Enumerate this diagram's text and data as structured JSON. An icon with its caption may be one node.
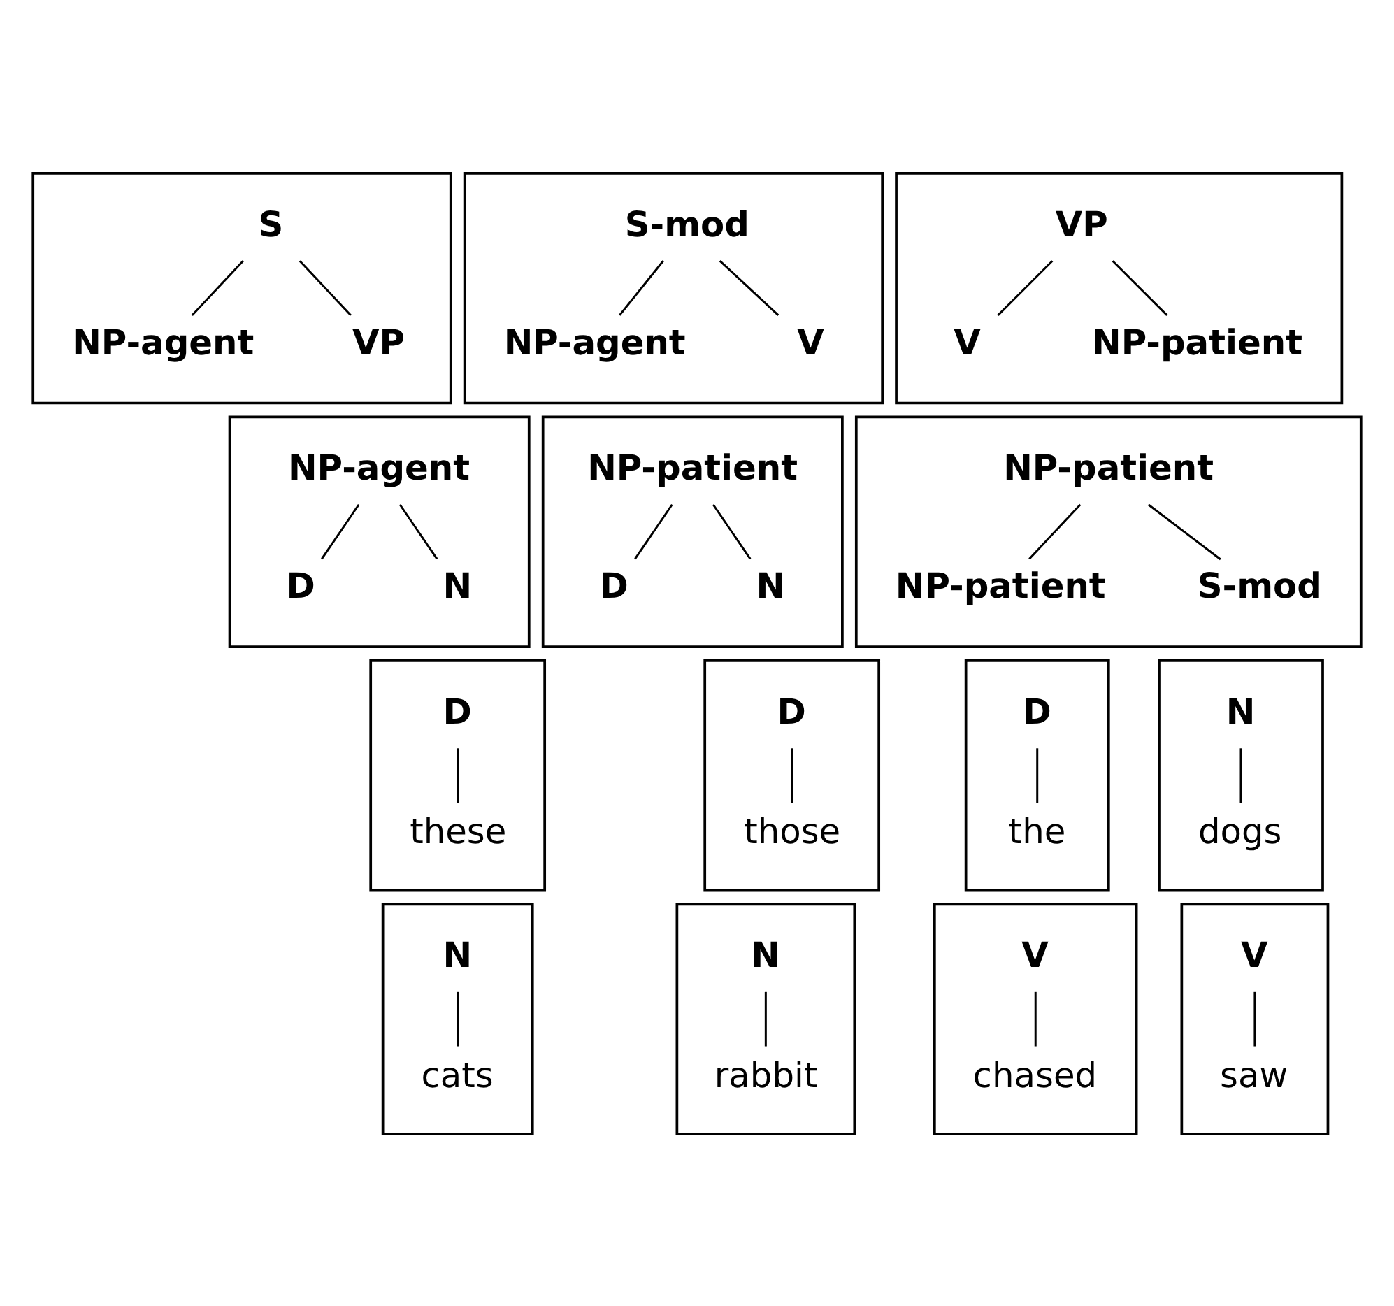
{
  "diagram": {
    "nodes": [
      {
        "text": [],
        "shape": "box"
      },
      {
        "text": [
          "S"
        ],
        "in": 0
      },
      {
        "text": [
          "NP-agent"
        ],
        "in": 0
      },
      {
        "text": [
          "VP"
        ],
        "in": 0
      },
      {
        "text": [],
        "shape": "box"
      },
      {
        "text": [
          "S-mod"
        ],
        "in": 4
      },
      {
        "text": [
          "NP-agent"
        ],
        "in": 4
      },
      {
        "text": [
          "V"
        ],
        "in": 4
      },
      {
        "text": [],
        "shape": "box"
      },
      {
        "text": [
          "VP"
        ],
        "in": 8
      },
      {
        "text": [
          "V"
        ],
        "in": 8
      },
      {
        "text": [
          "NP-patient"
        ],
        "in": 8
      },
      {
        "text": [],
        "shape": "box"
      },
      {
        "text": [
          "NP-agent"
        ],
        "in": 12
      },
      {
        "text": [
          "D"
        ],
        "in": 12
      },
      {
        "text": [
          "N"
        ],
        "in": 12
      },
      {
        "text": [],
        "shape": "box"
      },
      {
        "text": [
          "NP-patient"
        ],
        "in": 16
      },
      {
        "text": [
          "D"
        ],
        "in": 16
      },
      {
        "text": [
          "N"
        ],
        "in": 16
      },
      {
        "text": [],
        "shape": "box"
      },
      {
        "text": [
          "NP-patient"
        ],
        "in": 20
      },
      {
        "text": [
          "NP-patient"
        ],
        "in": 20
      },
      {
        "text": [
          "S-mod"
        ],
        "in": 20
      },
      {
        "text": [],
        "shape": "box"
      },
      {
        "text": [
          "D"
        ],
        "in": 24
      },
      {
        "text": [
          "these"
        ],
        "in": 24
      },
      {
        "text": [],
        "shape": "box"
      },
      {
        "text": [
          "D"
        ],
        "in": 27
      },
      {
        "text": [
          "those"
        ],
        "in": 27
      },
      {
        "text": [],
        "shape": "box"
      },
      {
        "text": [
          "D"
        ],
        "in": 30
      },
      {
        "text": [
          "the"
        ],
        "in": 30
      },
      {
        "text": [],
        "shape": "box"
      },
      {
        "text": [
          "N"
        ],
        "in": 33
      },
      {
        "text": [
          "dogs"
        ],
        "in": 33
      },
      {
        "text": [],
        "shape": "box"
      },
      {
        "text": [
          "N"
        ],
        "in": 36
      },
      {
        "text": [
          "cats"
        ],
        "in": 36
      },
      {
        "text": [],
        "shape": "box"
      },
      {
        "text": [
          "N"
        ],
        "in": 39
      },
      {
        "text": [
          "rabbit"
        ],
        "in": 39
      },
      {
        "text": [],
        "shape": "box"
      },
      {
        "text": [
          "V"
        ],
        "in": 42
      },
      {
        "text": [
          "chased"
        ],
        "in": 42
      },
      {
        "text": [],
        "shape": "box"
      },
      {
        "text": [
          "V"
        ],
        "in": 45
      },
      {
        "text": [
          "saw"
        ],
        "in": 45
      }
    ],
    "edges": [
      {
        "from": 1,
        "to": 2,
        "arrow": "none"
      },
      {
        "from": 1,
        "to": 3,
        "arrow": "none"
      },
      {
        "from": 5,
        "to": 6,
        "arrow": "none"
      },
      {
        "from": 5,
        "to": 7,
        "arrow": "none"
      },
      {
        "from": 9,
        "to": 10,
        "arrow": "none"
      },
      {
        "from": 9,
        "to": 11,
        "arrow": "none"
      },
      {
        "from": 13,
        "to": 14,
        "arrow": "none"
      },
      {
        "from": 13,
        "to": 15,
        "arrow": "none"
      },
      {
        "from": 17,
        "to": 18,
        "arrow": "none"
      },
      {
        "from": 17,
        "to": 19,
        "arrow": "none"
      },
      {
        "from": 21,
        "to": 22,
        "arrow": "none"
      },
      {
        "from": 21,
        "to": 23,
        "arrow": "none"
      },
      {
        "from": 25,
        "to": 26,
        "arrow": "none"
      },
      {
        "from": 28,
        "to": 29,
        "arrow": "none"
      },
      {
        "from": 31,
        "to": 32,
        "arrow": "none"
      },
      {
        "from": 34,
        "to": 35,
        "arrow": "none"
      },
      {
        "from": 37,
        "to": 38,
        "arrow": "none"
      },
      {
        "from": 40,
        "to": 41,
        "arrow": "none"
      },
      {
        "from": 43,
        "to": 44,
        "arrow": "none"
      },
      {
        "from": 46,
        "to": 47,
        "arrow": "none"
      }
    ]
  }
}
